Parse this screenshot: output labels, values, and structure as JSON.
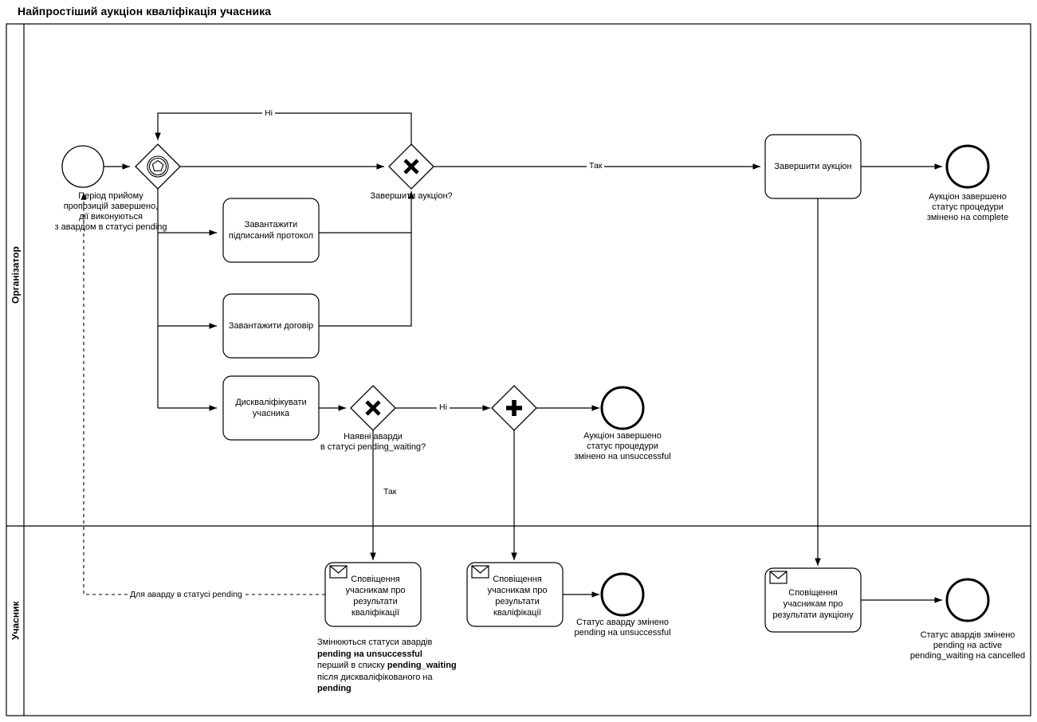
{
  "title": "Найпростіший аукціон кваліфікація учасника",
  "lanes": [
    {
      "name": "Організатор"
    },
    {
      "name": "Учасник"
    }
  ],
  "events": {
    "start": {
      "icon": "start-event-circle",
      "label": "Період прийому\nпропозицій завершено,\nдії виконуються\nз авардом в статусі pending"
    },
    "end_complete": {
      "icon": "end-event-circle",
      "label": "Аукціон завершено\nстатус процедури\nзмінено на complete"
    },
    "end_unsuccessful": {
      "icon": "end-event-circle",
      "label": "Аукціон завершено\nстатус процедури\nзмінено на unsuccessful"
    },
    "end_award_unsuccessful": {
      "icon": "end-event-circle",
      "label": "Статус аварду змінено\npending на unsuccessful"
    },
    "end_awards_active": {
      "icon": "end-event-circle",
      "label": "Статус авардів змінено\npending на active\npending_waiting на cancelled"
    }
  },
  "gateways": {
    "event_based": {
      "icon": "event-based-gateway-icon",
      "label": ""
    },
    "xor_finish": {
      "icon": "exclusive-gateway-x-icon",
      "label": "Завершити аукціон?"
    },
    "xor_awards": {
      "icon": "exclusive-gateway-x-icon",
      "label": "Наявні аварди\nв статусі pending_waiting?"
    },
    "parallel": {
      "icon": "parallel-gateway-plus-icon",
      "label": ""
    }
  },
  "tasks": {
    "upload_protocol": {
      "label": "Завантажити\nпідписаний протокол"
    },
    "upload_contract": {
      "label": "Завантажити договір"
    },
    "disqualify": {
      "label": "Дискваліфікувати\nучасника"
    },
    "finish_auction": {
      "label": "Завершити аукціон"
    },
    "notify_qualification_1": {
      "label": "Сповіщення\nучасникам про\nрезультати\nкваліфікації",
      "icon": "envelope-icon"
    },
    "notify_qualification_2": {
      "label": "Сповіщення\nучасникам про\nрезультати\nкваліфікації",
      "icon": "envelope-icon"
    },
    "notify_auction_results": {
      "label": "Сповіщення\nучасникам про\nрезультати аукціону",
      "icon": "envelope-icon"
    }
  },
  "flow_labels": {
    "no_loop": "Ні",
    "yes_finish": "Так",
    "no_awards": "Ні",
    "yes_awards": "Так",
    "message_pending": "Для аварду в статусі  pending"
  },
  "annotation": {
    "line1": "Змінюються статуси авардів",
    "line2": "pending на unsuccessful",
    "line3_plain": "перший в списку ",
    "line3_bold": "pending_waiting",
    "line4": "після дискваліфікованого на",
    "line5": "pending"
  },
  "colors": {
    "stroke": "#000000",
    "background": "#ffffff"
  }
}
